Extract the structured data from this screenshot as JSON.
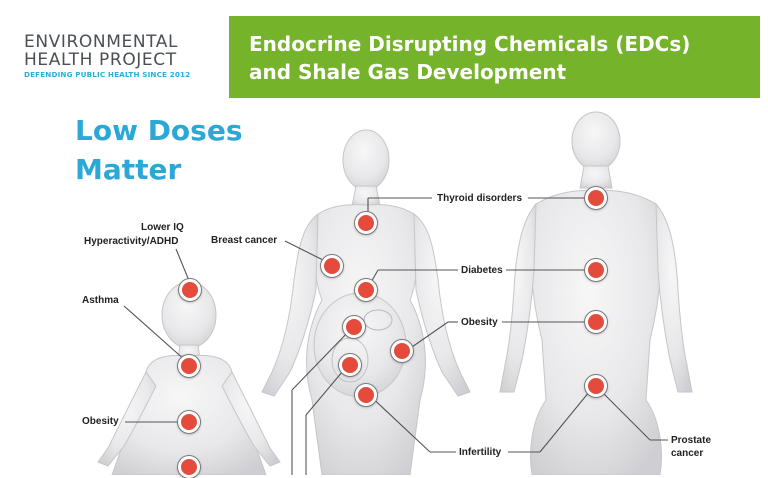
{
  "logo": {
    "line1": "ENVIRONMENTAL",
    "line2": "HEALTH PROJECT",
    "tagline": "DEFENDING PUBLIC HEALTH SINCE 2012"
  },
  "banner": {
    "line1": "Endocrine Disrupting Chemicals (EDCs)",
    "line2": "and Shale Gas Development",
    "color": "#74b32a"
  },
  "headline": {
    "line1": "Low Doses",
    "line2": "Matter",
    "color": "#2ba8d6"
  },
  "labels": {
    "lower_iq": "Lower IQ",
    "hyperactivity": "Hyperactivity/ADHD",
    "asthma": "Asthma",
    "obesity_child": "Obesity",
    "breast_cancer": "Breast cancer",
    "thyroid": "Thyroid disorders",
    "diabetes": "Diabetes",
    "obesity_adult": "Obesity",
    "infertility": "Infertility",
    "prostate1": "Prostate",
    "prostate2": "cancer"
  },
  "colors": {
    "marker": "#e54b3c",
    "body": "#e6e6e8"
  }
}
